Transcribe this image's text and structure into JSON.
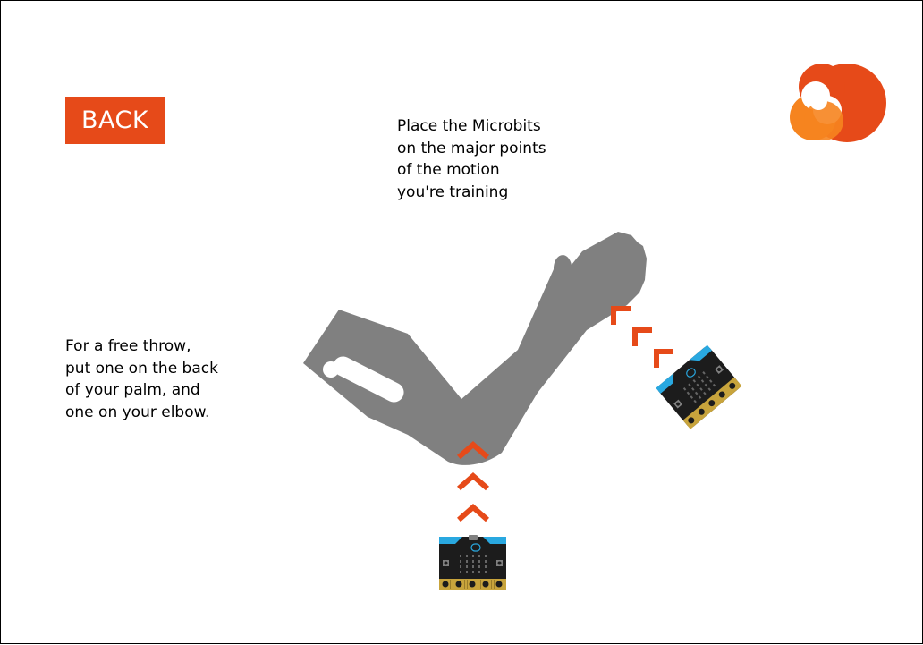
{
  "buttons": {
    "back_label": "BACK"
  },
  "instructions": {
    "top_lines": [
      "Place the Microbits",
      "on the major points",
      "of the motion",
      "you're training"
    ],
    "left_lines": [
      "For a free throw,",
      "put one on the back",
      "of your palm, and",
      "one on your elbow."
    ]
  },
  "icons": {
    "logo": "orange-circles-logo",
    "arm": "arm-silhouette-icon",
    "device": "microbit-board-icon",
    "arrows": "chevron-up-icon"
  },
  "colors": {
    "accent": "#e64a19",
    "logo_dark": "#e64a19",
    "logo_light": "#f6841f",
    "arm": "#808080",
    "board": "#1c1c1c",
    "board_accent": "#29a8e0",
    "gold": "#c8a43c",
    "background": "#ffffff"
  }
}
